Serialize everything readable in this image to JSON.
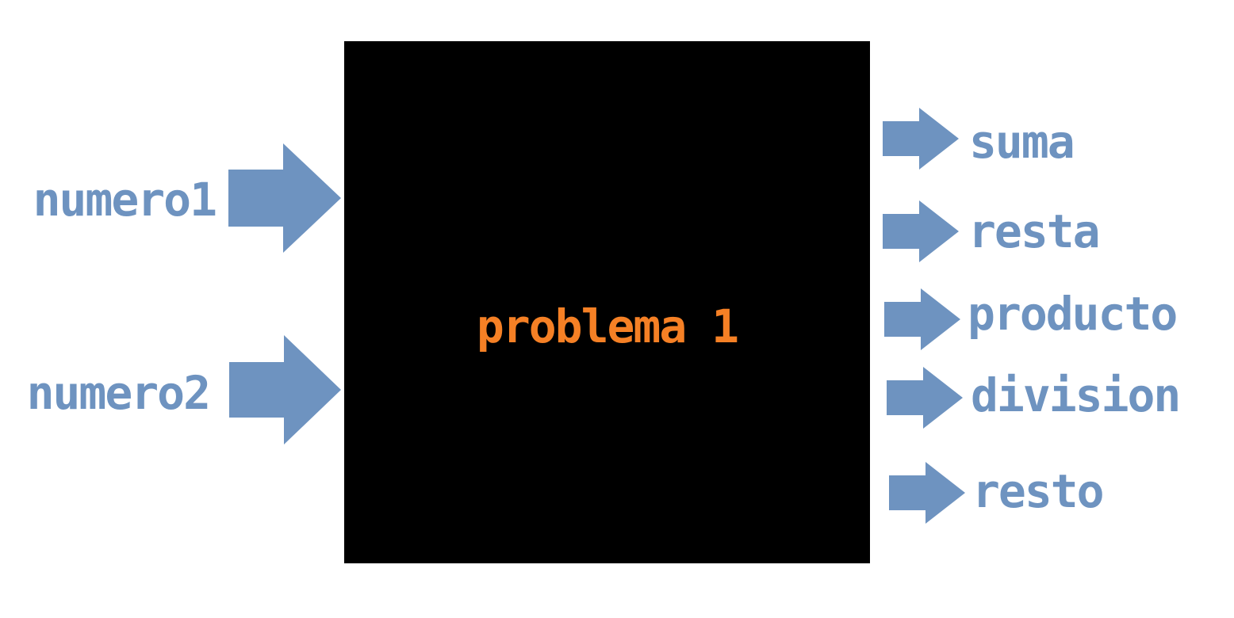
{
  "colors": {
    "box_fill": "#000000",
    "title": "#f58025",
    "arrows_and_labels": "#6e93c0",
    "background": "#ffffff"
  },
  "box": {
    "title": "problema 1"
  },
  "inputs": [
    {
      "label": "numero1",
      "icon": "arrow-right-icon"
    },
    {
      "label": "numero2",
      "icon": "arrow-right-icon"
    }
  ],
  "outputs": [
    {
      "label": "suma",
      "icon": "arrow-right-icon"
    },
    {
      "label": "resta",
      "icon": "arrow-right-icon"
    },
    {
      "label": "producto",
      "icon": "arrow-right-icon"
    },
    {
      "label": "division",
      "icon": "arrow-right-icon"
    },
    {
      "label": "resto",
      "icon": "arrow-right-icon"
    }
  ]
}
